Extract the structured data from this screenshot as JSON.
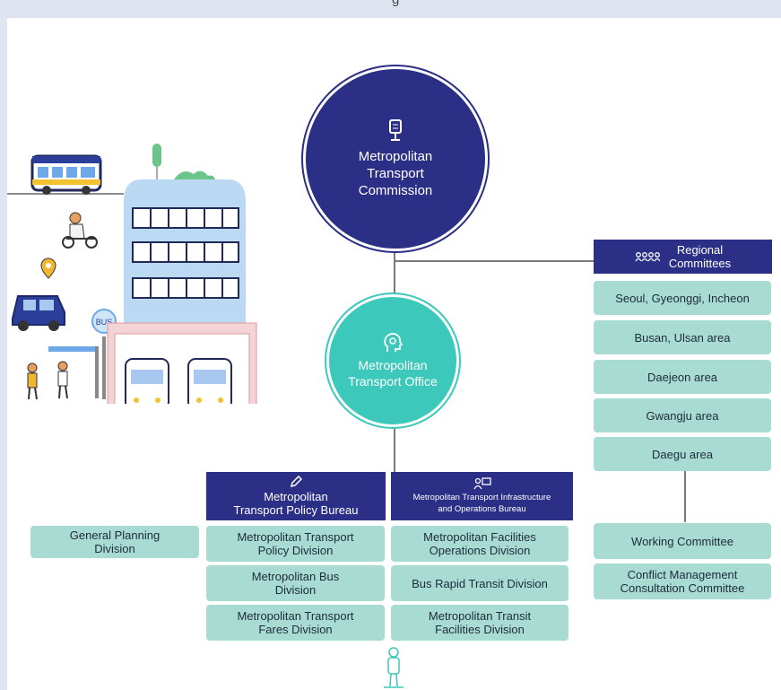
{
  "header": {
    "cut_text": "g"
  },
  "commission": {
    "label": "Metropolitan\nTransport\nCommission",
    "icon": "microphone-podium-icon"
  },
  "office": {
    "label": "Metropolitan\nTransport Office",
    "icon": "head-gear-icon"
  },
  "regional": {
    "header": "Regional\nCommittees",
    "icon": "people-group-icon",
    "items": [
      "Seoul, Gyeonggi, Incheon",
      "Busan, Ulsan area",
      "Daejeon area",
      "Gwangju area",
      "Daegu area"
    ]
  },
  "committees": [
    "Working Committee",
    "Conflict Management\nConsultation Committee"
  ],
  "policy_bureau": {
    "header": "Metropolitan\nTransport Policy Bureau",
    "icon": "pencil-icon",
    "divisions": [
      "Metropolitan Transport\nPolicy Division",
      "Metropolitan Bus\nDivision",
      "Metropolitan Transport\nFares Division"
    ]
  },
  "infra_bureau": {
    "header": "Metropolitan Transport Infrastructure\nand Operations Bureau",
    "icon": "people-board-icon",
    "divisions": [
      "Metropolitan Facilities\nOperations Division",
      "Bus Rapid Transit Division",
      "Metropolitan Transit\nFacilities Division"
    ]
  },
  "general": "General Planning\nDivision",
  "illustration": {
    "bus_stop_sign": "BUS"
  },
  "colors": {
    "navy": "#2b2f86",
    "teal": "#3cc8ba",
    "mint_box": "#a8dcd3"
  }
}
